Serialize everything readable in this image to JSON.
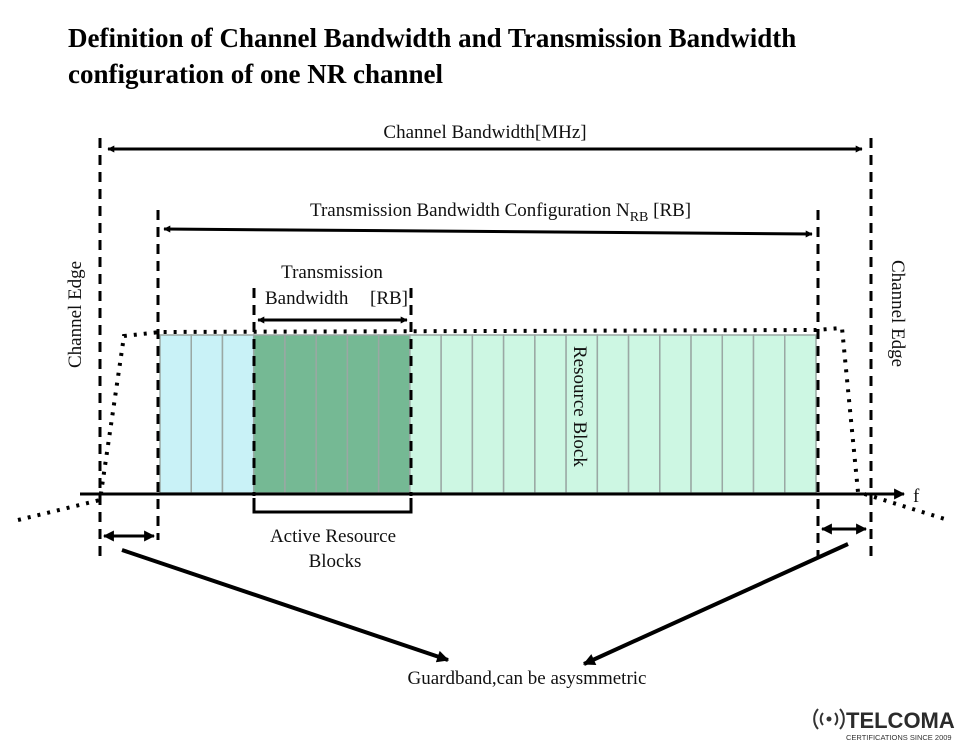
{
  "title": {
    "line1": "Definition of Channel Bandwidth and Transmission Bandwidth",
    "line2": "configuration of one NR channel"
  },
  "labels": {
    "channel_bandwidth": "Channel Bandwidth[MHz]",
    "tx_config_main": "Transmission Bandwidth Configuration ",
    "tx_config_n": "N",
    "tx_config_sub": "RB",
    "tx_config_unit": " [RB]",
    "tx_bw_line1": "Transmission",
    "tx_bw_line2": "Bandwidth",
    "tx_bw_unit": "[RB]",
    "channel_edge_left": "Channel Edge",
    "channel_edge_right": "Channel Edge",
    "resource_block": "Resource Block",
    "active_line1": "Active Resource",
    "active_line2": "Blocks",
    "guardband": "Guardband,can be asysmmetric",
    "freq_axis": "f"
  },
  "resource_blocks": {
    "count": 21,
    "active_start": 3,
    "active_count": 5,
    "colors": {
      "before_active": "#c9f2f7",
      "active": "#75b994",
      "after_active": "#cdf7e3",
      "divider": "#9aa8a4"
    }
  },
  "logo": {
    "name": "TELCOMA",
    "tagline": "CERTIFICATIONS SINCE 2009",
    "icon": "signal-waves-icon"
  }
}
